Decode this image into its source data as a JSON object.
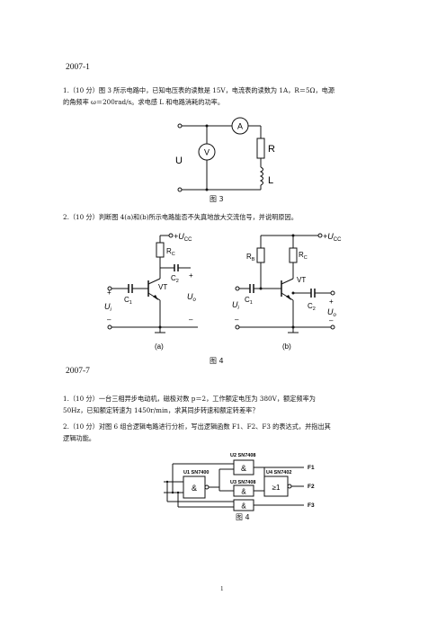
{
  "sections": [
    {
      "label": "2007-1"
    },
    {
      "label": "2007-7"
    }
  ],
  "q1": {
    "line1": "1.（10 分）图 3 所示电路中，已知电压表的读数是 15V，电流表的读数为 1A，R＝5Ω，电源",
    "line2": "的角频率 ω＝200rad/s。求电感 L 和电路消耗的功率。"
  },
  "fig3": {
    "U": "U",
    "A": "A",
    "V": "V",
    "R": "R",
    "L": "L",
    "caption": "图 3"
  },
  "q2": {
    "line1": "2.（10 分）判断图 4(a)和(b)所示电路能否不失真地放大交流信号，并说明原因。"
  },
  "fig4": {
    "vcc": "+U",
    "vcc_sub": "CC",
    "rc": "R",
    "rc_sub": "C",
    "rb": "R",
    "rb_sub": "B",
    "c1": "C",
    "c1_sub": "1",
    "c2": "C",
    "c2_sub": "2",
    "vt": "VT",
    "ui": "U",
    "ui_sub": "i",
    "uo": "U",
    "uo_sub": "o",
    "plus": "+",
    "minus": "–",
    "label_a": "(a)",
    "label_b": "(b)",
    "caption": "图 4"
  },
  "q3": {
    "line1": "1.（10 分）一台三相异步电动机，磁极对数 p＝2，工作额定电压为 380V，额定频率为",
    "line2": "50Hz，已知额定转速为 1450r/min，求其同步转速和额定转差率？"
  },
  "q4": {
    "line1": "2.（10 分）对图 6 组合逻辑电路进行分析，写出逻辑函数 F1、F2、F3 的表达式，并指出其",
    "line2": "逻辑功能。"
  },
  "fig_logic": {
    "u1": "U1 SN7400",
    "u2": "U2 SN7408",
    "u3": "U3 SN7408",
    "u4": "U4 SN7402",
    "and": "&",
    "nor": "≥1",
    "f1": "F1",
    "f2": "F2",
    "f3": "F3",
    "caption": "图 4"
  },
  "page_number": "1"
}
